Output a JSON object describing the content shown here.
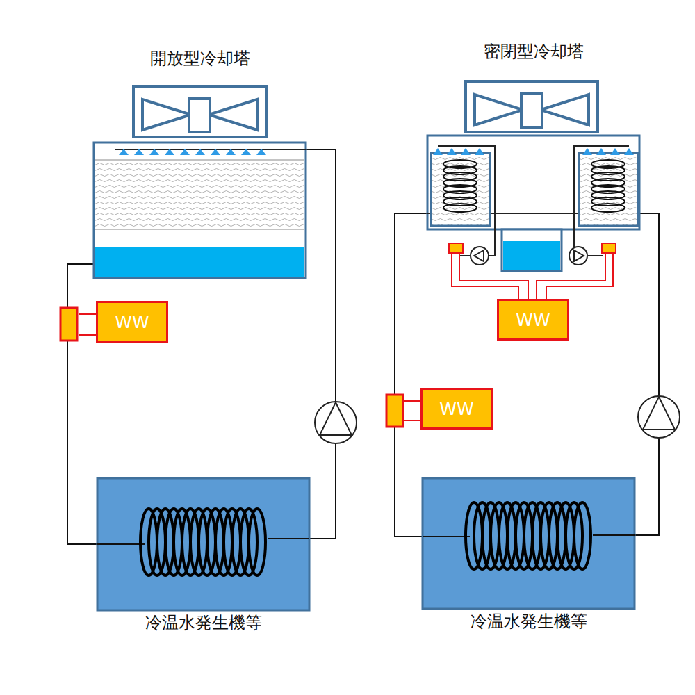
{
  "diagram": {
    "nodes": [
      {
        "text": [
          "開放型冷却塔"
        ]
      },
      {
        "text": [
          "WW"
        ]
      },
      {
        "text": [
          "冷温水発生機等"
        ]
      },
      {
        "text": [
          "密閉型冷却塔"
        ]
      },
      {
        "text": [
          "WW"
        ]
      },
      {
        "text": [
          "WW"
        ]
      },
      {
        "text": [
          "冷温水発生機等"
        ]
      }
    ],
    "edges": [
      {
        "from": 0,
        "to": 2,
        "arrow": "none"
      },
      {
        "from": 2,
        "to": 0,
        "arrow": "none"
      },
      {
        "from": 3,
        "to": 6,
        "arrow": "none"
      },
      {
        "from": 6,
        "to": 3,
        "arrow": "none"
      }
    ]
  }
}
